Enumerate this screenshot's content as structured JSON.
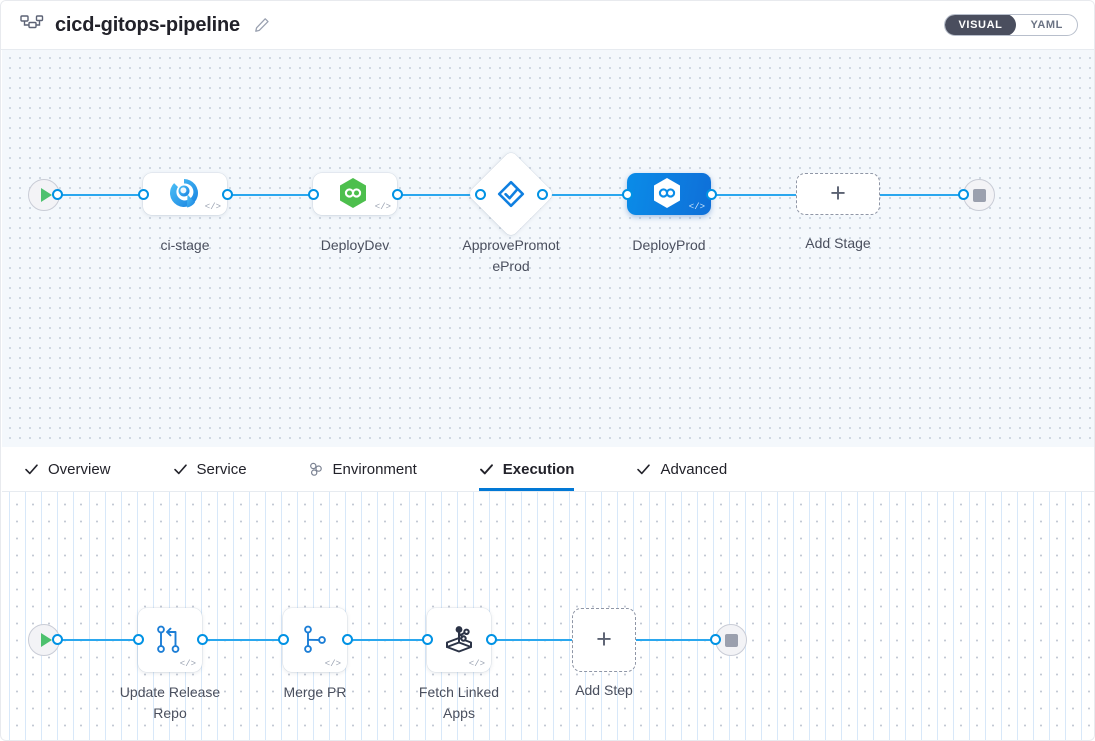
{
  "header": {
    "pipeline_icon": "pipeline-nodes-icon",
    "title": "cicd-gitops-pipeline",
    "edit_icon": "pencil-edit-icon",
    "view_toggle": {
      "options": [
        "VISUAL",
        "YAML"
      ],
      "selected": "VISUAL"
    }
  },
  "stage_graph": {
    "start_node": {
      "name": "pipeline-start",
      "icon": "play-icon"
    },
    "end_node": {
      "name": "pipeline-end",
      "icon": "stop-icon"
    },
    "stages": [
      {
        "label": "ci-stage",
        "icon": "ci-build-icon",
        "type": "card",
        "selected": false,
        "code_marker": "</>"
      },
      {
        "label": "DeployDev",
        "icon": "cd-deploy-hex-icon",
        "type": "card",
        "selected": false,
        "code_marker": "</>"
      },
      {
        "label": "ApprovePromot\neProd",
        "icon": "approval-check-icon",
        "type": "diamond",
        "selected": false,
        "code_marker": ""
      },
      {
        "label": "DeployProd",
        "icon": "cd-deploy-hex-icon",
        "type": "card",
        "selected": true,
        "code_marker": "</>"
      }
    ],
    "add_stage": {
      "label": "Add Stage",
      "icon": "plus-icon"
    }
  },
  "tabs": [
    {
      "label": "Overview",
      "icon": "check-icon",
      "active": false
    },
    {
      "label": "Service",
      "icon": "check-icon",
      "active": false
    },
    {
      "label": "Environment",
      "icon": "environment-icon",
      "active": false
    },
    {
      "label": "Execution",
      "icon": "check-icon",
      "active": true
    },
    {
      "label": "Advanced",
      "icon": "check-icon",
      "active": false
    }
  ],
  "step_graph": {
    "start_node": {
      "name": "execution-start",
      "icon": "play-icon"
    },
    "end_node": {
      "name": "execution-end",
      "icon": "stop-icon"
    },
    "steps": [
      {
        "label": "Update Release\nRepo",
        "icon": "update-release-repo-icon",
        "code_marker": "</>"
      },
      {
        "label": "Merge PR",
        "icon": "git-branch-merge-icon",
        "code_marker": "</>"
      },
      {
        "label": "Fetch Linked\nApps",
        "icon": "gitops-fetch-apps-icon",
        "code_marker": "</>"
      }
    ],
    "add_step": {
      "label": "Add Step",
      "icon": "plus-icon"
    }
  },
  "colors": {
    "accent_blue": "#0278d5",
    "link_blue": "#2ba7ee",
    "selected_stage": "#0a8ce8",
    "deploy_green": "#4dbf4d",
    "start_green": "#4dc16e",
    "canvas_bg": "#f4f8fc"
  }
}
